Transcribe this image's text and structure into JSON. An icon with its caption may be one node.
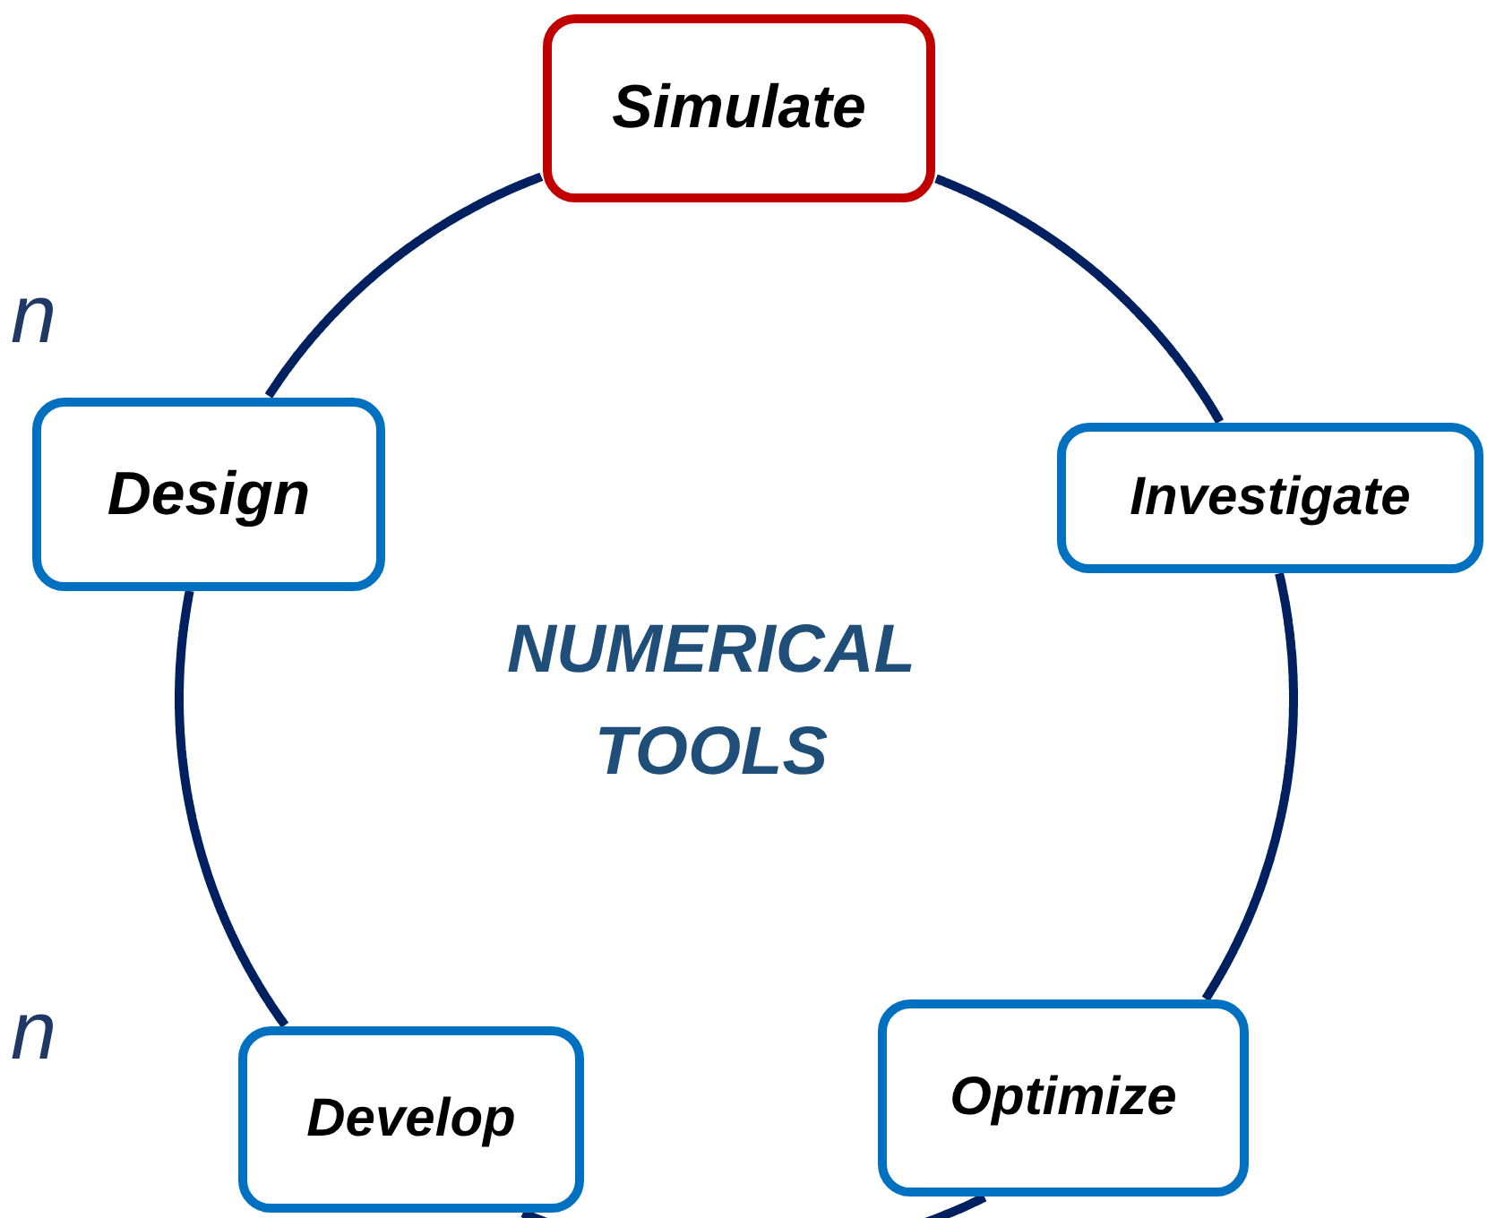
{
  "diagram": {
    "nodes": [
      {
        "text": [
          "Simulate"
        ]
      },
      {
        "text": [
          "Design"
        ]
      },
      {
        "text": [
          "Investigate"
        ]
      },
      {
        "text": [
          "Develop"
        ]
      },
      {
        "text": [
          "Optimize"
        ]
      }
    ],
    "edges": [
      {
        "from": 0,
        "to": 2,
        "arrow": "none"
      },
      {
        "from": 2,
        "to": 4,
        "arrow": "none"
      },
      {
        "from": 4,
        "to": 3,
        "arrow": "none"
      },
      {
        "from": 3,
        "to": 1,
        "arrow": "none"
      },
      {
        "from": 1,
        "to": 0,
        "arrow": "none"
      }
    ],
    "labels": [
      "n",
      "NUMERICAL TOOLS",
      "n"
    ]
  }
}
